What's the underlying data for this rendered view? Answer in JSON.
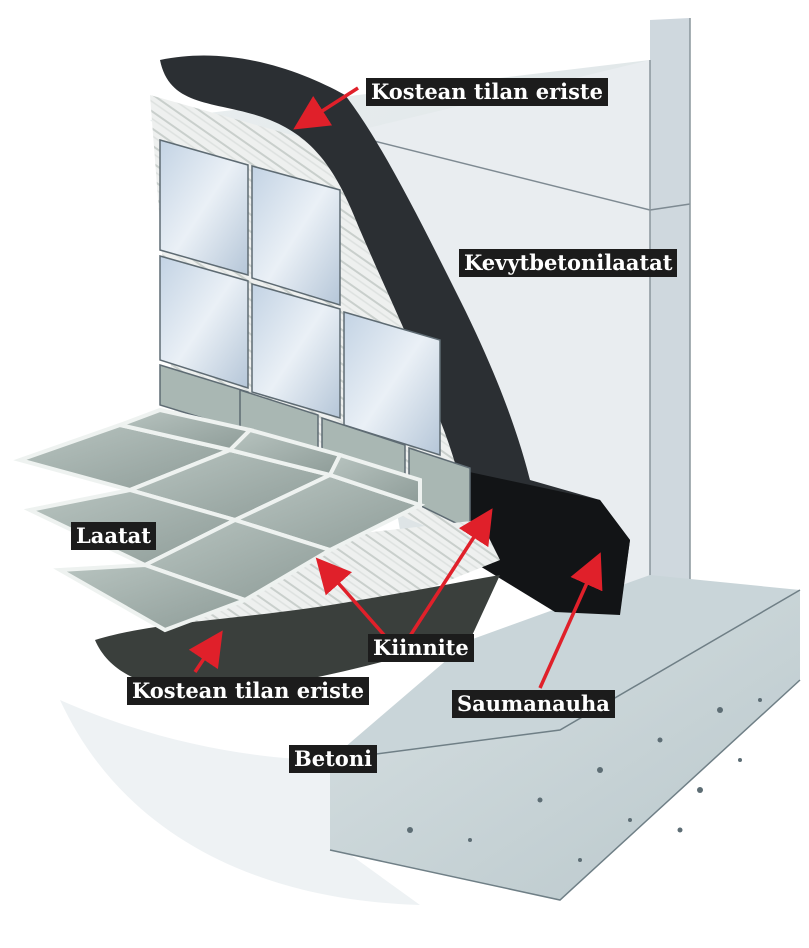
{
  "labels": {
    "wall_membrane": "Kostean tilan eriste",
    "aerated_concrete": "Kevytbetonilaatat",
    "tiles": "Laatat",
    "adhesive": "Kiinnite",
    "floor_membrane": "Kostean tilan eriste",
    "seam_tape": "Saumanauha",
    "concrete": "Betoni"
  },
  "colors": {
    "arrow": "#e0202a",
    "label_background": "#1c1c1c",
    "label_text": "#ffffff",
    "membrane": "#2b2f33",
    "wall": "#e8ecef",
    "concrete": "#9fb1b8"
  }
}
